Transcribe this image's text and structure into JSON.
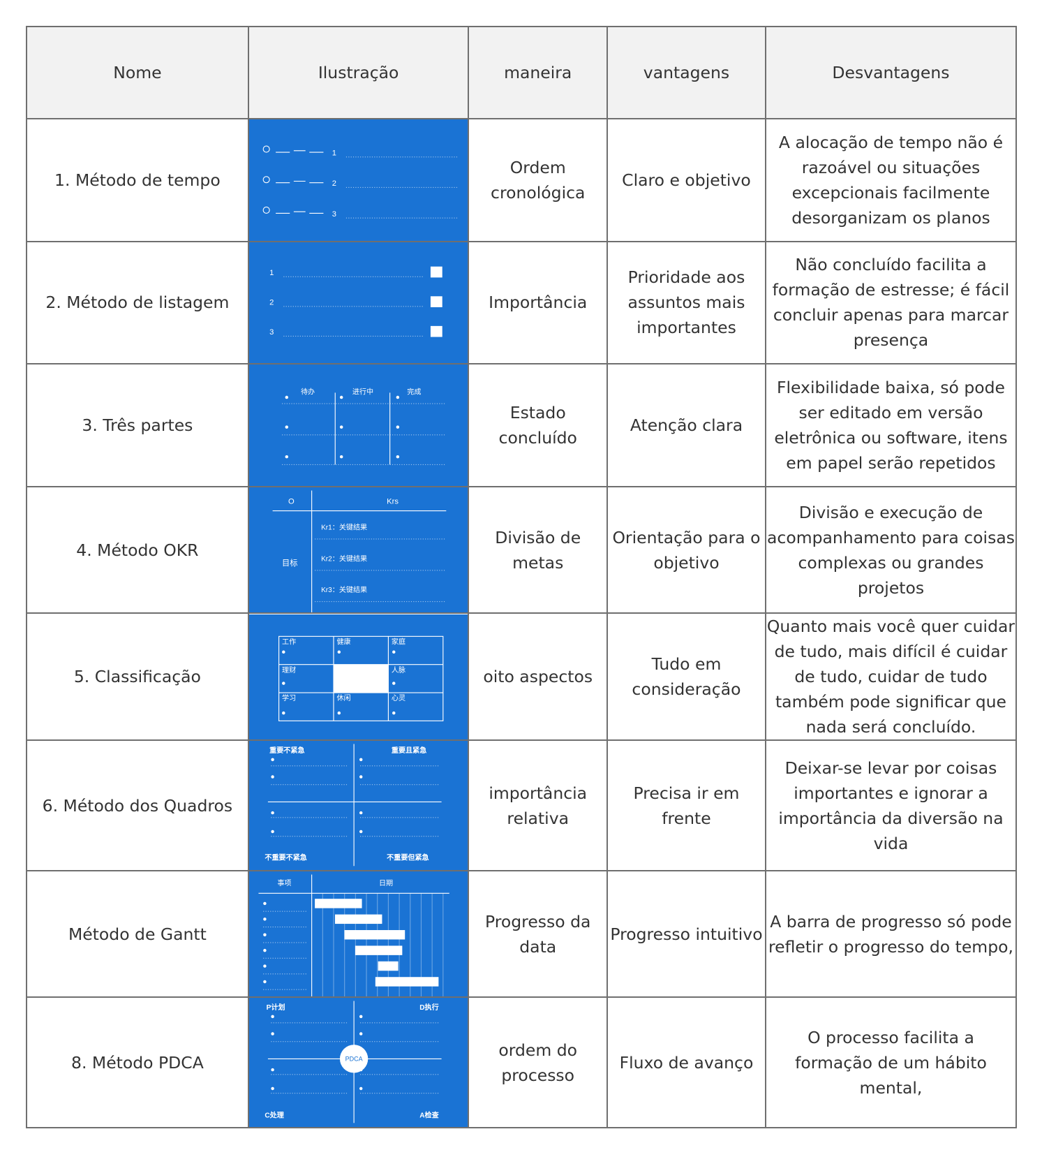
{
  "headers": [
    "Nome",
    "Ilustração",
    "maneira",
    "vantagens",
    "Desvantagens"
  ],
  "rows": [
    {
      "nome": "1. Método de tempo",
      "maneira": "Ordem cronológica",
      "vantagens": "Claro e objetivo",
      "desvantagens": "A alocação de tempo não é razoável ou situações excepcionais facilmente desorganizam os planos"
    },
    {
      "nome": "2. Método de listagem",
      "maneira": "Importância",
      "vantagens": "Prioridade aos assuntos mais importantes",
      "desvantagens": "Não concluído facilita a formação de estresse; é fácil concluir apenas para marcar presença"
    },
    {
      "nome": "3. Três partes",
      "maneira": "Estado concluído",
      "vantagens": "Atenção clara",
      "desvantagens": "Flexibilidade baixa, só pode ser editado em versão eletrônica ou software, itens em papel serão repetidos"
    },
    {
      "nome": "4. Método OKR",
      "maneira": "Divisão de metas",
      "vantagens": "Orientação para o objetivo",
      "desvantagens": "Divisão e execução de acompanhamento para coisas complexas ou grandes projetos"
    },
    {
      "nome": "5. Classificação",
      "maneira": "oito aspectos",
      "vantagens": "Tudo em consideração",
      "desvantagens": "Quanto mais você quer cuidar de tudo, mais difícil é cuidar de tudo, cuidar de tudo também pode significar que nada será concluído."
    },
    {
      "nome": "6. Método dos Quadros",
      "maneira": "importância relativa",
      "vantagens": "Precisa ir em frente",
      "desvantagens": "Deixar-se levar por coisas importantes e ignorar a importância da diversão na vida"
    },
    {
      "nome": "Método de Gantt",
      "maneira": "Progresso da data",
      "vantagens": "Progresso intuitivo",
      "desvantagens": "A barra de progresso só pode refletir o progresso do tempo,"
    },
    {
      "nome": "8. Método PDCA",
      "maneira": "ordem do processo",
      "vantagens": "Fluxo de avanço",
      "desvantagens": "O processo facilita a formação de um hábito mental,"
    }
  ],
  "illustrations": {
    "time": {
      "numbers": [
        "1",
        "2",
        "3"
      ]
    },
    "list": {
      "numbers": [
        "1",
        "2",
        "3"
      ]
    },
    "three": {
      "cols": [
        "待办",
        "进行中",
        "完成"
      ]
    },
    "okr": {
      "o": "O",
      "krs": "Krs",
      "goal": "目标",
      "items": [
        "Kr1：关键结果",
        "Kr2：关键结果",
        "Kr3：关键结果"
      ]
    },
    "classify": {
      "cells": [
        "工作",
        "健康",
        "家庭",
        "理财",
        "人脉",
        "学习",
        "休闲",
        "心灵"
      ]
    },
    "quadrants": {
      "tl": "重要不紧急",
      "tr": "重要且紧急",
      "bl": "不重要不紧急",
      "br": "不重要但紧急"
    },
    "gantt": {
      "item": "事项",
      "date": "日期",
      "progress": [
        [
          0.0,
          0.35
        ],
        [
          0.15,
          0.5
        ],
        [
          0.22,
          0.67
        ],
        [
          0.3,
          0.65
        ],
        [
          0.47,
          0.62
        ],
        [
          0.45,
          0.92
        ]
      ]
    },
    "pdca": {
      "p": "P计划",
      "d": "D执行",
      "c": "C处理",
      "a": "A检查",
      "center": "PDCA"
    }
  }
}
